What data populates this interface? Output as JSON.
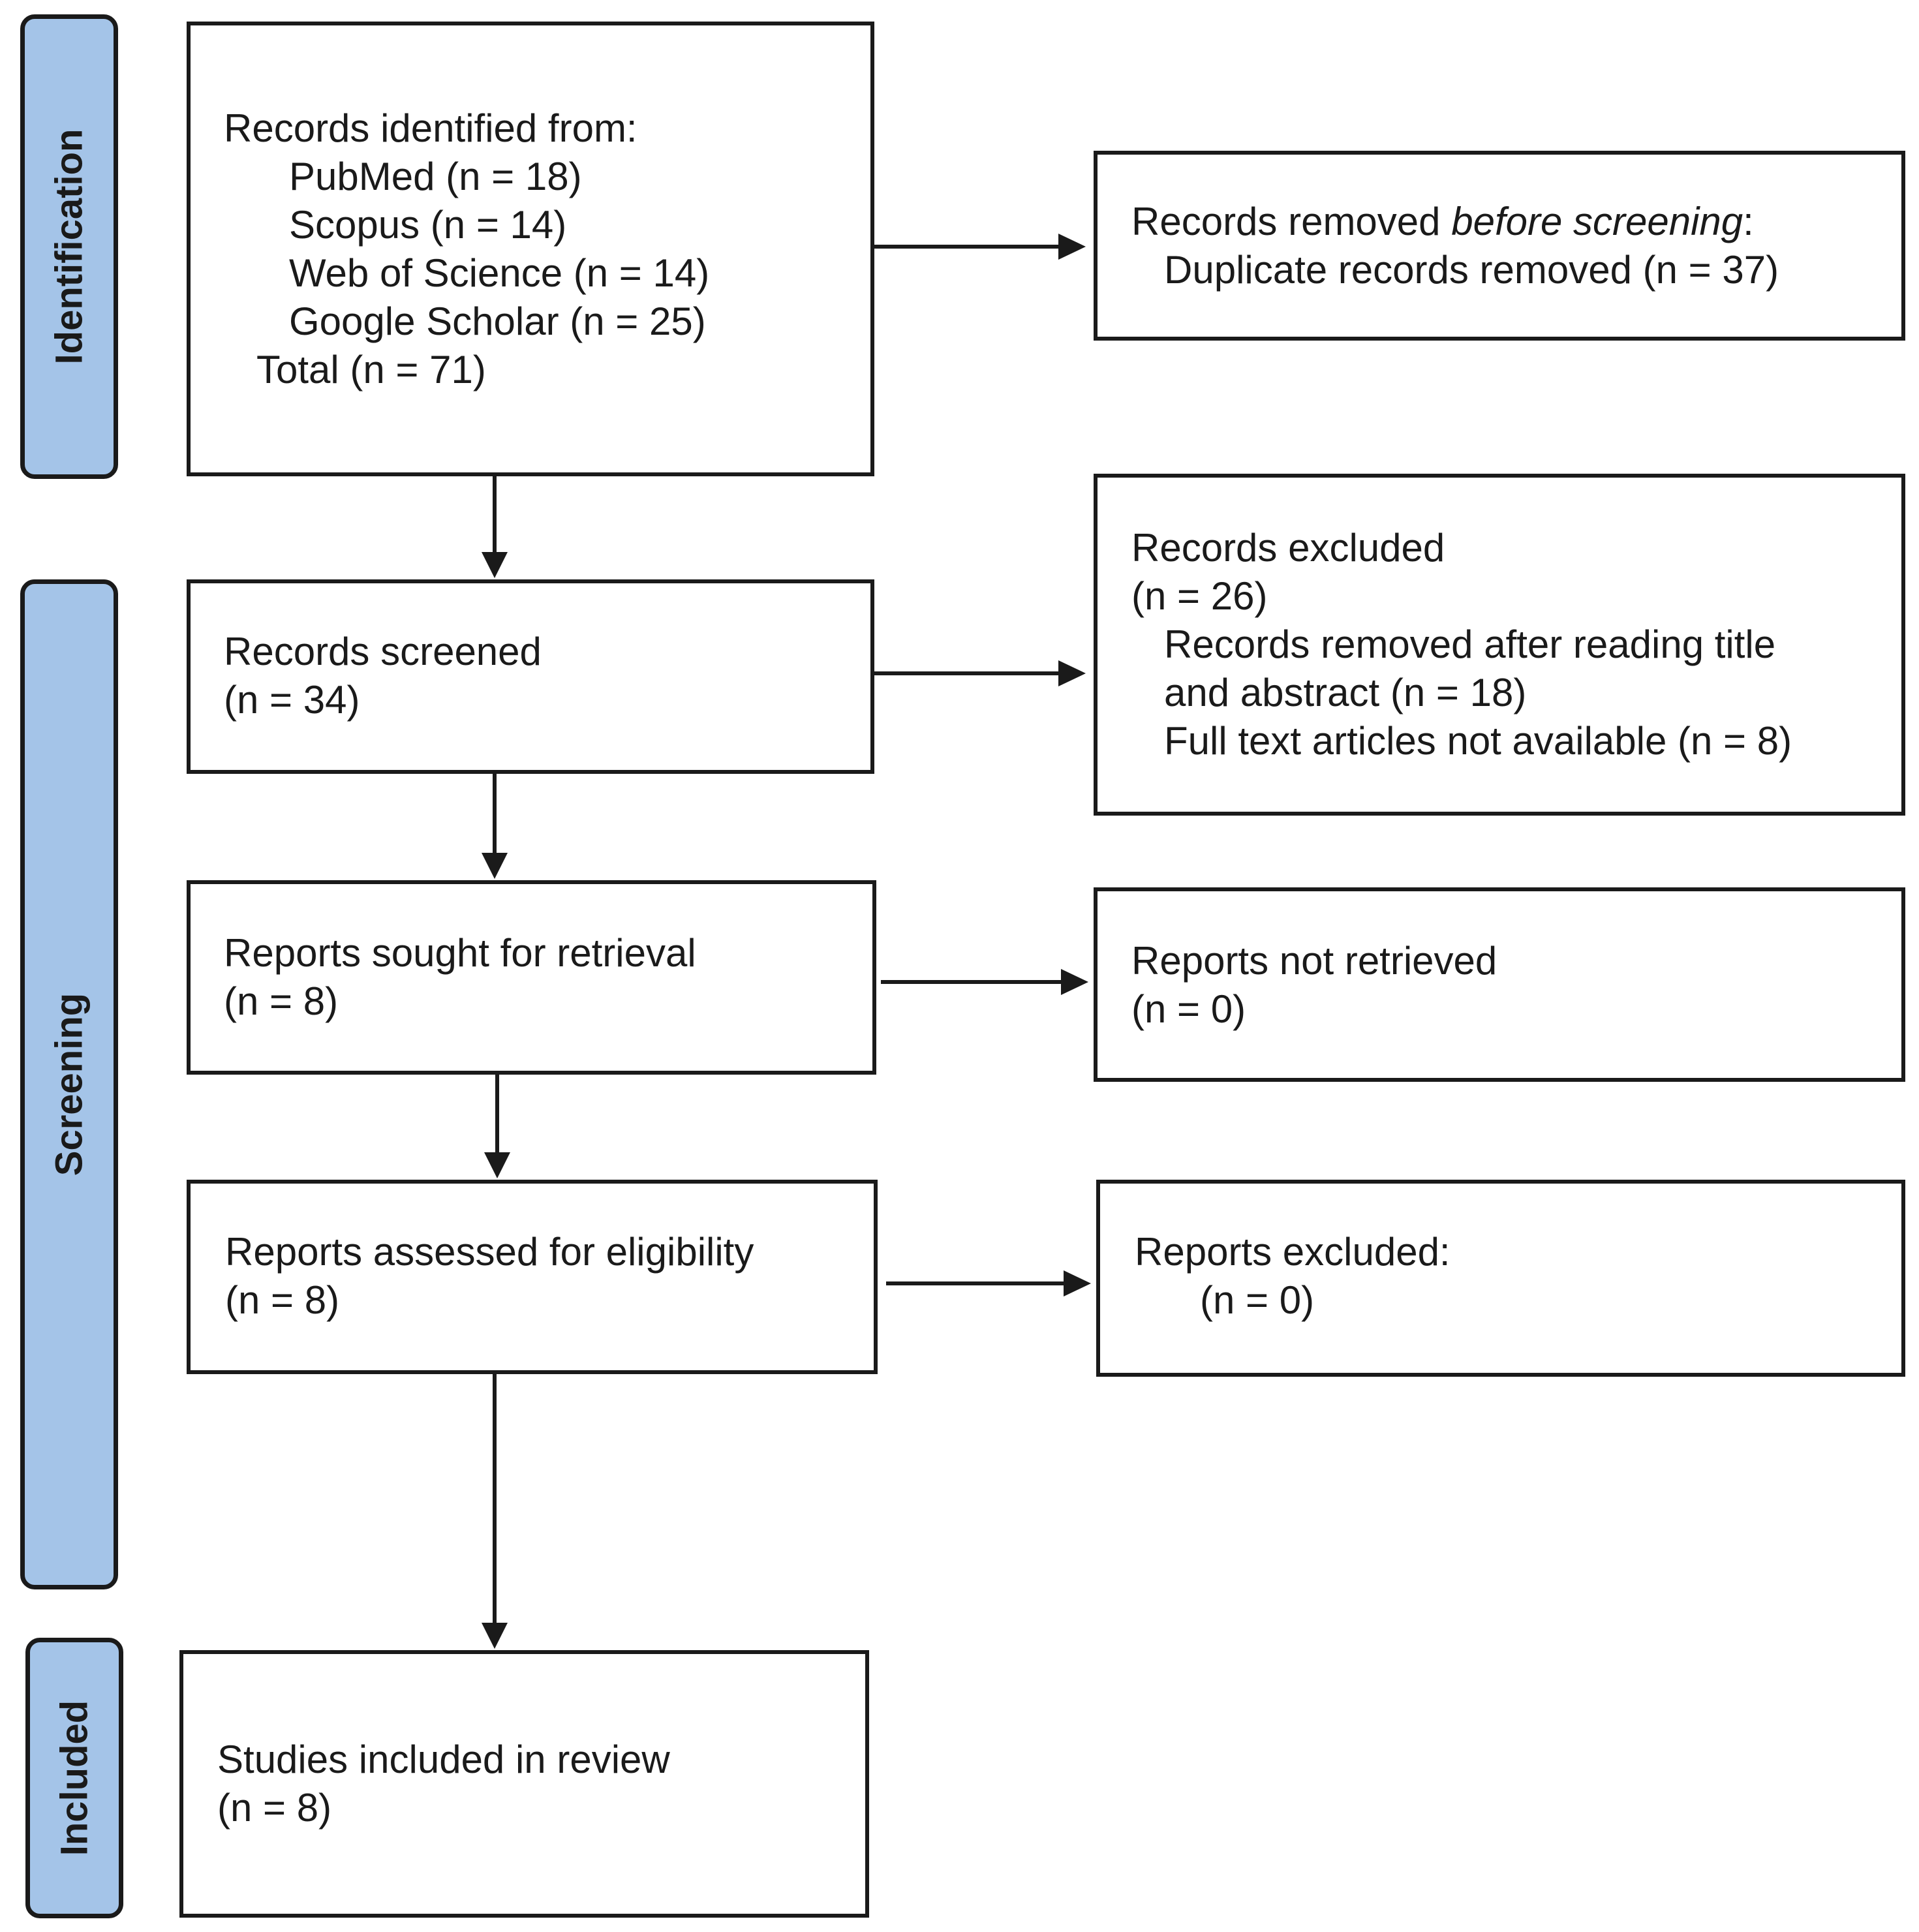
{
  "phases": {
    "identification": "Identification",
    "screening": "Screening",
    "included": "Included"
  },
  "boxes": {
    "records_identified": {
      "heading": "Records identified from:",
      "sources": [
        "PubMed (n = 18)",
        "Scopus (n = 14)",
        "Web of Science (n = 14)",
        "Google Scholar (n = 25)"
      ],
      "total": "Total (n = 71)"
    },
    "records_removed": {
      "heading_prefix": "Records removed ",
      "heading_emphasis": "before screening",
      "heading_suffix": ":",
      "detail": "Duplicate records removed (n = 37)"
    },
    "records_screened": {
      "line1": "Records screened",
      "line2": "(n = 34)"
    },
    "records_excluded": {
      "line1": "Records excluded",
      "line2": "(n = 26)",
      "line3": "Records removed after reading title",
      "line4": "and abstract (n = 18)",
      "line5": "Full text articles not available (n = 8)"
    },
    "reports_sought": {
      "line1": "Reports sought for retrieval",
      "line2": "(n = 8)"
    },
    "reports_not_retrieved": {
      "line1": "Reports not retrieved",
      "line2": "(n = 0)"
    },
    "reports_assessed": {
      "line1": "Reports assessed for eligibility",
      "line2": "(n = 8)"
    },
    "reports_excluded": {
      "line1": "Reports excluded:",
      "line2": "(n = 0)"
    },
    "studies_included": {
      "line1": "Studies included in review",
      "line2": "(n = 8)"
    }
  },
  "colors": {
    "phase_fill": "#a4c4e8",
    "stroke": "#1a1a1a",
    "box_fill": "#ffffff"
  }
}
